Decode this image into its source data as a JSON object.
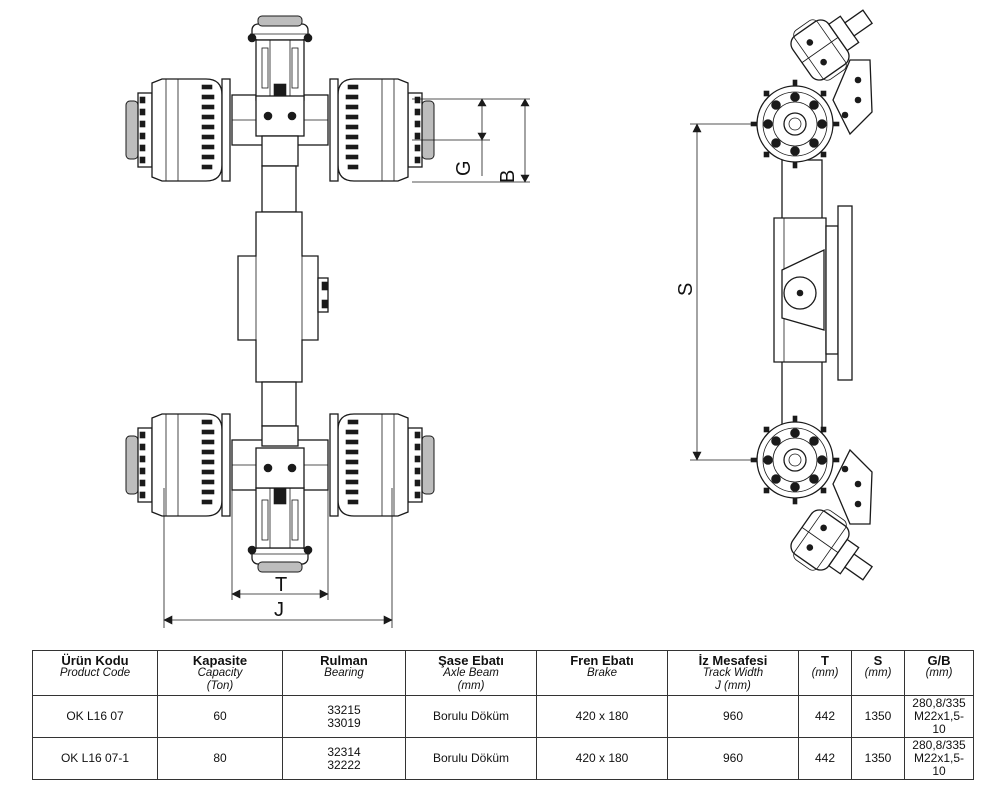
{
  "dimension_labels": {
    "T": "T",
    "J": "J",
    "G": "G",
    "B": "B",
    "S": "S"
  },
  "table": {
    "headers": [
      {
        "main": "Ürün Kodu",
        "sub": [
          "Product Code"
        ]
      },
      {
        "main": "Kapasite",
        "sub": [
          "Capacity",
          "(Ton)"
        ]
      },
      {
        "main": "Rulman",
        "sub": [
          "Bearing"
        ]
      },
      {
        "main": "Şase Ebatı",
        "sub": [
          "Axle Beam",
          "(mm)"
        ]
      },
      {
        "main": "Fren Ebatı",
        "sub": [
          "Brake"
        ]
      },
      {
        "main": "İz Mesafesi",
        "sub": [
          "Track Width",
          "J (mm)"
        ]
      },
      {
        "main": "T",
        "sub": [
          "(mm)"
        ]
      },
      {
        "main": "S",
        "sub": [
          "(mm)"
        ]
      },
      {
        "main": "G/B",
        "sub": [
          "(mm)"
        ]
      }
    ],
    "rows": [
      {
        "product_code": "OK L16 07",
        "capacity": "60",
        "bearing": [
          "33215",
          "33019"
        ],
        "axle_beam": "Borulu Döküm",
        "brake": "420 x 180",
        "track_width": "960",
        "t": "442",
        "s": "1350",
        "gb": [
          "280,8/335",
          "M22x1,5-10"
        ]
      },
      {
        "product_code": "OK L16 07-1",
        "capacity": "80",
        "bearing": [
          "32314",
          "32222"
        ],
        "axle_beam": "Borulu Döküm",
        "brake": "420 x 180",
        "track_width": "960",
        "t": "442",
        "s": "1350",
        "gb": [
          "280,8/335",
          "M22x1,5-10"
        ]
      }
    ]
  }
}
